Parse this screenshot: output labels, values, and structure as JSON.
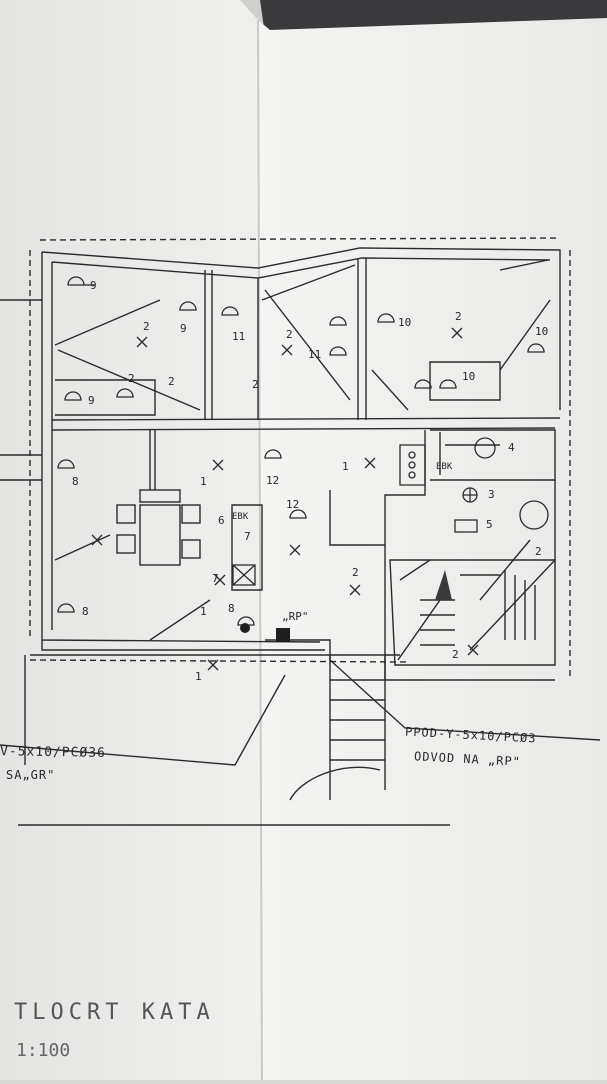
{
  "drawing": {
    "title": "TLOCRT KATA",
    "scale": "1:100",
    "note_left_line1": "V-5x10/PCØ36",
    "note_left_line2": "SA„GR\"",
    "note_right_line1": "PPOD-Y-5x10/PCØ3",
    "note_right_line2": "ODVOD NA „RP\"",
    "label_rp": "„RP\"",
    "label_ebk_1": "EBK",
    "label_ebk_2": "EBK",
    "fixture_numbers": [
      "9",
      "9",
      "11",
      "2",
      "2",
      "10",
      "2",
      "11",
      "10",
      "2",
      "10",
      "9",
      "2",
      "8",
      "1",
      "1",
      "4",
      "12",
      "12",
      "3",
      "5",
      "6",
      "7",
      "2",
      "8",
      "1",
      "2",
      "2",
      "8",
      "1",
      "7",
      "2"
    ]
  }
}
